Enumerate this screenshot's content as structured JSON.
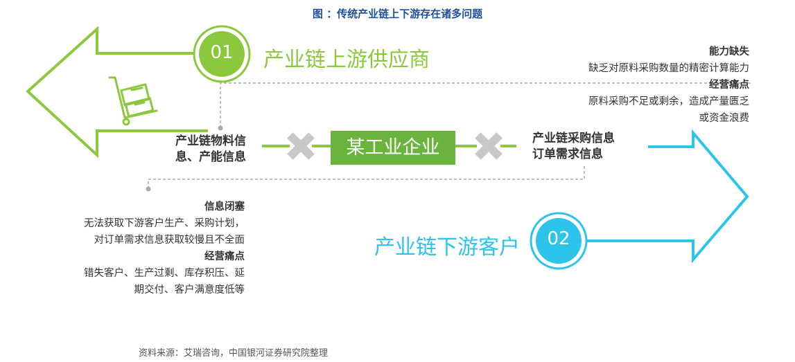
{
  "title": "图 ：传统产业链上下游存在诸多问题",
  "supplier": {
    "number": "01",
    "label": "产业链上游供应商"
  },
  "customer": {
    "number": "02",
    "label": "产业链下游客户"
  },
  "center": {
    "label": "某工业企业"
  },
  "left_flow": {
    "line1": "产业链物料信",
    "line2": "息、产能信息"
  },
  "right_flow": {
    "line1": "产业链采购信息",
    "line2": "订单需求信息"
  },
  "supplier_notes": {
    "h1": "能力缺失",
    "t1": "缺乏对原料采购数量的精密计算能力",
    "h2": "经营痛点",
    "t2a": "原料采购不足或剩余，造成产量匮乏",
    "t2b": "或资金浪费"
  },
  "customer_notes": {
    "h1": "信息闭塞",
    "t1a": "无法获取下游客户生产、采购计划，",
    "t1b": "对订单需求信息获取较慢且不全面",
    "h2": "经营痛点",
    "t2a": "错失客户、生产过剩、库存积压、延",
    "t2b": "期交付、客户满意度低等"
  },
  "source": "资料来源：艾瑞咨询，中国银河证券研究院整理",
  "colors": {
    "green": "#8cc83e",
    "enterprise_green": "#6ab43e",
    "blue": "#2cc4ea",
    "title_blue": "#1f4f9c",
    "cross_gray": "#c8c8c8"
  },
  "icons": [
    "hand-truck-icon",
    "block-cross-icon"
  ]
}
